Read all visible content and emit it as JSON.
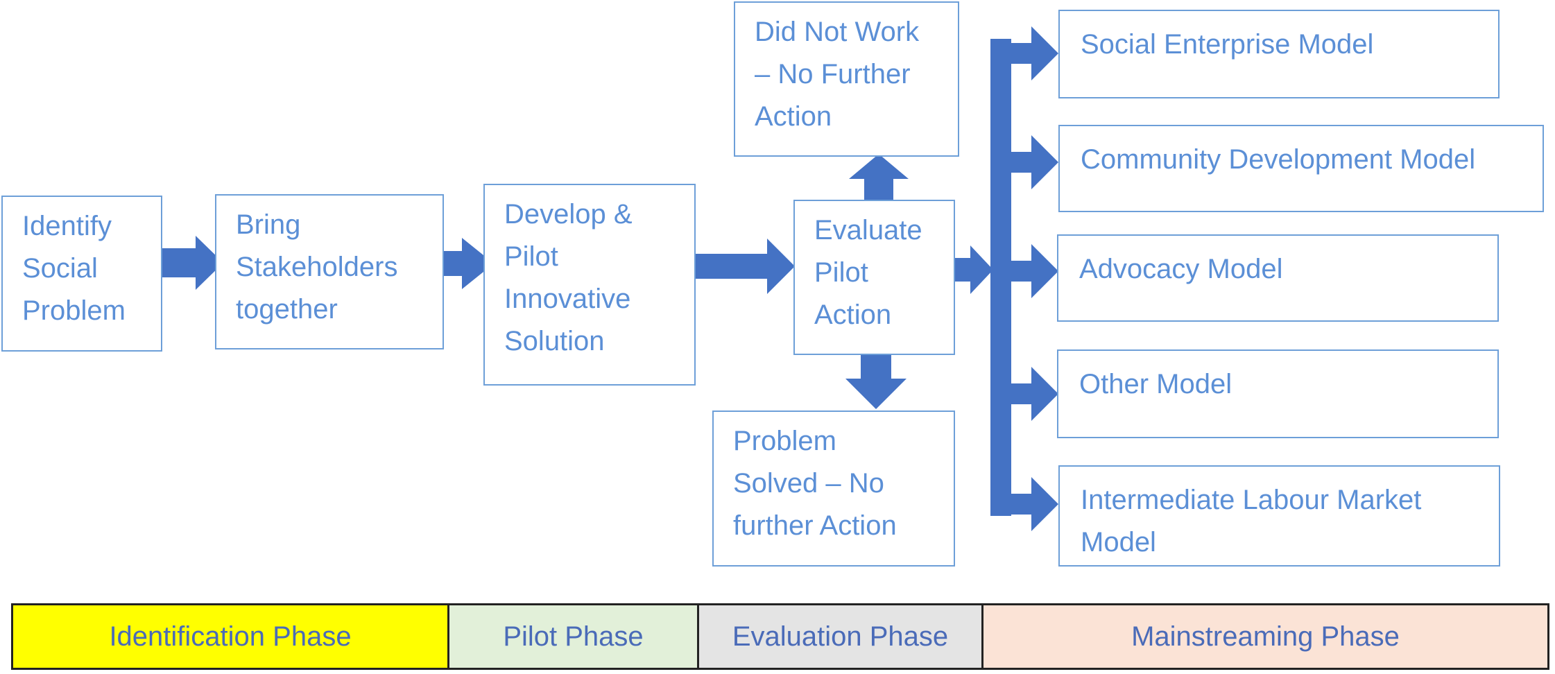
{
  "colors": {
    "arrow": "#4472c4",
    "border": "#6d9fd8",
    "text": "#5b8fd6",
    "phase_text": "#4a6bb8",
    "identification_bg": "#ffff00",
    "pilot_bg": "#e2f0d9",
    "evaluation_bg": "#e4e4e4",
    "mainstreaming_bg": "#fbe3d6"
  },
  "nodes": {
    "identify": "Identify\nSocial\nProblem",
    "stakeholders": "Bring\nStakeholders\ntogether",
    "develop": "Develop &\nPilot\nInnovative\nSolution",
    "evaluate": "Evaluate\nPilot\nAction",
    "did_not_work": "Did Not Work\n– No Further\nAction",
    "problem_solved": "Problem\nSolved – No\nfurther Action"
  },
  "models": [
    "Social Enterprise Model",
    "Community Development Model",
    "Advocacy Model",
    "Other Model",
    "Intermediate Labour Market\nModel"
  ],
  "phases": {
    "identification": "Identification Phase",
    "pilot": "Pilot Phase",
    "evaluation": "Evaluation Phase",
    "mainstreaming": "Mainstreaming Phase"
  }
}
